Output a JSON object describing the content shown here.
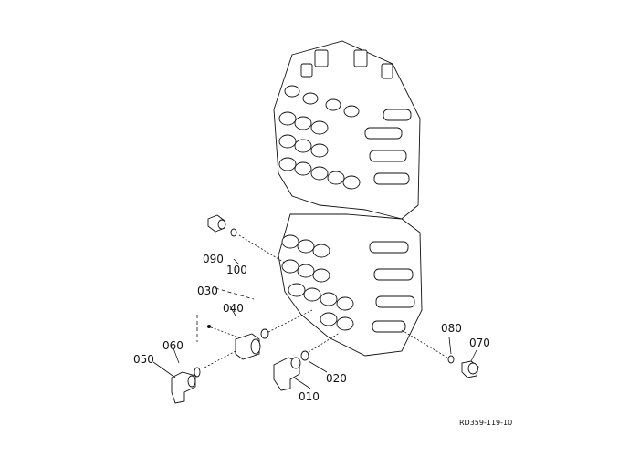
{
  "labels": {
    "p010": "010",
    "p020": "020",
    "p030": "030",
    "p040": "040",
    "p050": "050",
    "p060": "060",
    "p070": "070",
    "p080": "080",
    "p090": "090",
    "p100": "100"
  },
  "reference_code": "RD359-119-10"
}
